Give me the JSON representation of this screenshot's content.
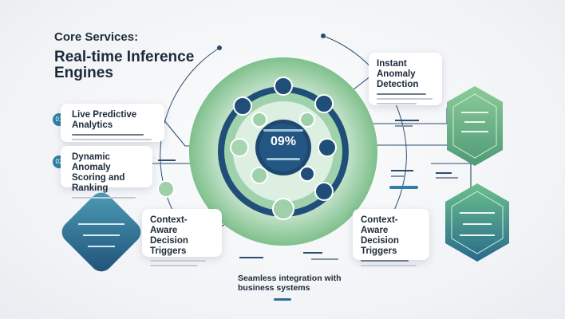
{
  "header": {
    "kicker": "Core Services:",
    "title": "Real-time Inference Engines"
  },
  "hub": {
    "center_value": "09%"
  },
  "cards": {
    "live_predictive": {
      "number": "01",
      "title": "Live Predictive Analytics"
    },
    "dynamic_anomaly": {
      "number": "02",
      "title": "Dynamic Anomaly Scoring and Ranking"
    },
    "context_left": {
      "title": "Context-Aware Decision Triggers"
    },
    "instant_anomaly": {
      "title": "Instant Anomaly Detection"
    },
    "context_right": {
      "title": "Context-Aware Decision Triggers"
    }
  },
  "footer": {
    "caption": "Seamless integration with business systems"
  },
  "colors": {
    "navy": "#1f4f78",
    "teal": "#2f7fa8",
    "green": "#6cba7c",
    "light_green": "#b9dfc1",
    "ring_dark": "#16456d"
  },
  "icons": [
    "avatar-icon",
    "chart-icon",
    "gear-icon",
    "cloud-icon",
    "eye-icon",
    "node-icon",
    "lock-icon",
    "database-icon"
  ]
}
